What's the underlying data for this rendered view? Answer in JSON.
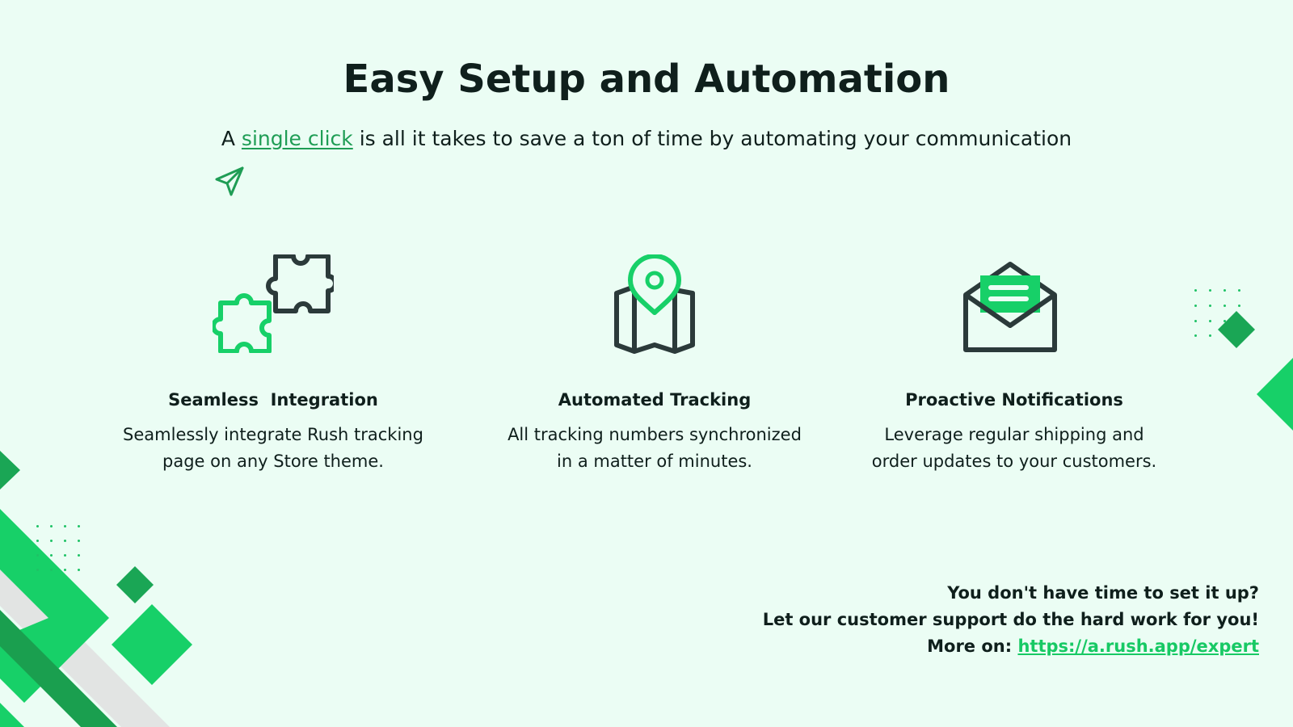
{
  "page": {
    "title": "Easy Setup and Automation",
    "subtitle": {
      "prefix": "A ",
      "link_text": "single click",
      "suffix": " is all it takes to save a ton of time by automating your communication"
    }
  },
  "features": [
    {
      "icon": "puzzle-icon",
      "title": "Seamless  Integration",
      "desc_line1": "Seamlessly integrate Rush tracking",
      "desc_line2": "page on any Store theme."
    },
    {
      "icon": "map-pin-icon",
      "title": "Automated Tracking",
      "desc_line1": "All tracking numbers synchronized",
      "desc_line2": "in a matter of minutes."
    },
    {
      "icon": "envelope-icon",
      "title": "Proactive Notifications",
      "desc_line1": "Leverage regular shipping and",
      "desc_line2": "order updates to your customers."
    }
  ],
  "cta": {
    "line1": "You don't have time to set it up?",
    "line2": "Let our customer support do the hard work for you!",
    "line3_prefix": "More on: ",
    "link_text": "https://a.rush.app/expert"
  },
  "colors": {
    "background": "#ebfdf4",
    "accent": "#17c964",
    "accent_dark": "#1f9d55",
    "text": "#0f1f1c",
    "icon_dark": "#2b3a3a"
  }
}
